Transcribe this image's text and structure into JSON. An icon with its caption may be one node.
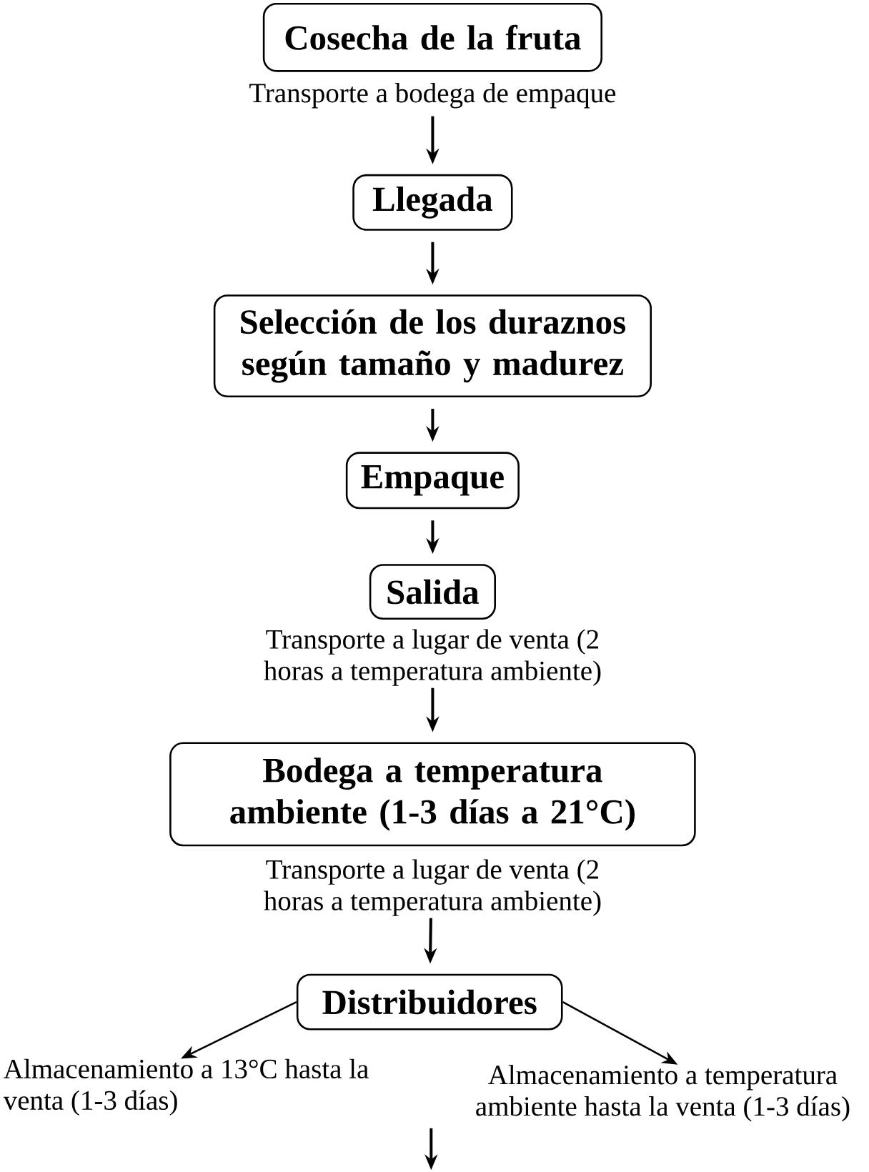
{
  "diagram": {
    "nodes": [
      {
        "text": [
          "Cosecha de la fruta"
        ]
      },
      {
        "text": [
          "Llegada"
        ]
      },
      {
        "text": [
          "Selección de los duraznos según tamaño y madurez"
        ]
      },
      {
        "text": [
          "Empaque"
        ]
      },
      {
        "text": [
          "Salida"
        ]
      },
      {
        "text": [
          "Bodega a temperatura ambiente (1-3 días a 21°C)"
        ]
      },
      {
        "text": [
          "Distribuidores"
        ]
      },
      {
        "text": [
          "Almacenamiento a 13°C hasta la venta (1-3 días)"
        ]
      },
      {
        "text": [
          "Almacenamiento a temperatura ambiente hasta la venta (1-3 días)"
        ]
      }
    ],
    "edges": [
      {
        "from": 0,
        "to": 1,
        "arrow": "to",
        "label": "Transporte a bodega de empaque"
      },
      {
        "from": 1,
        "to": 2,
        "arrow": "to"
      },
      {
        "from": 2,
        "to": 3,
        "arrow": "to"
      },
      {
        "from": 3,
        "to": 4,
        "arrow": "to"
      },
      {
        "from": 4,
        "to": 5,
        "arrow": "to",
        "label": "Transporte a lugar de venta (2 horas a temperatura ambiente)"
      },
      {
        "from": 5,
        "to": 6,
        "arrow": "to",
        "label": "Transporte a lugar de venta (2 horas a temperatura ambiente)"
      },
      {
        "from": 6,
        "to": 7,
        "arrow": "to"
      },
      {
        "from": 6,
        "to": 8,
        "arrow": "to"
      }
    ]
  }
}
